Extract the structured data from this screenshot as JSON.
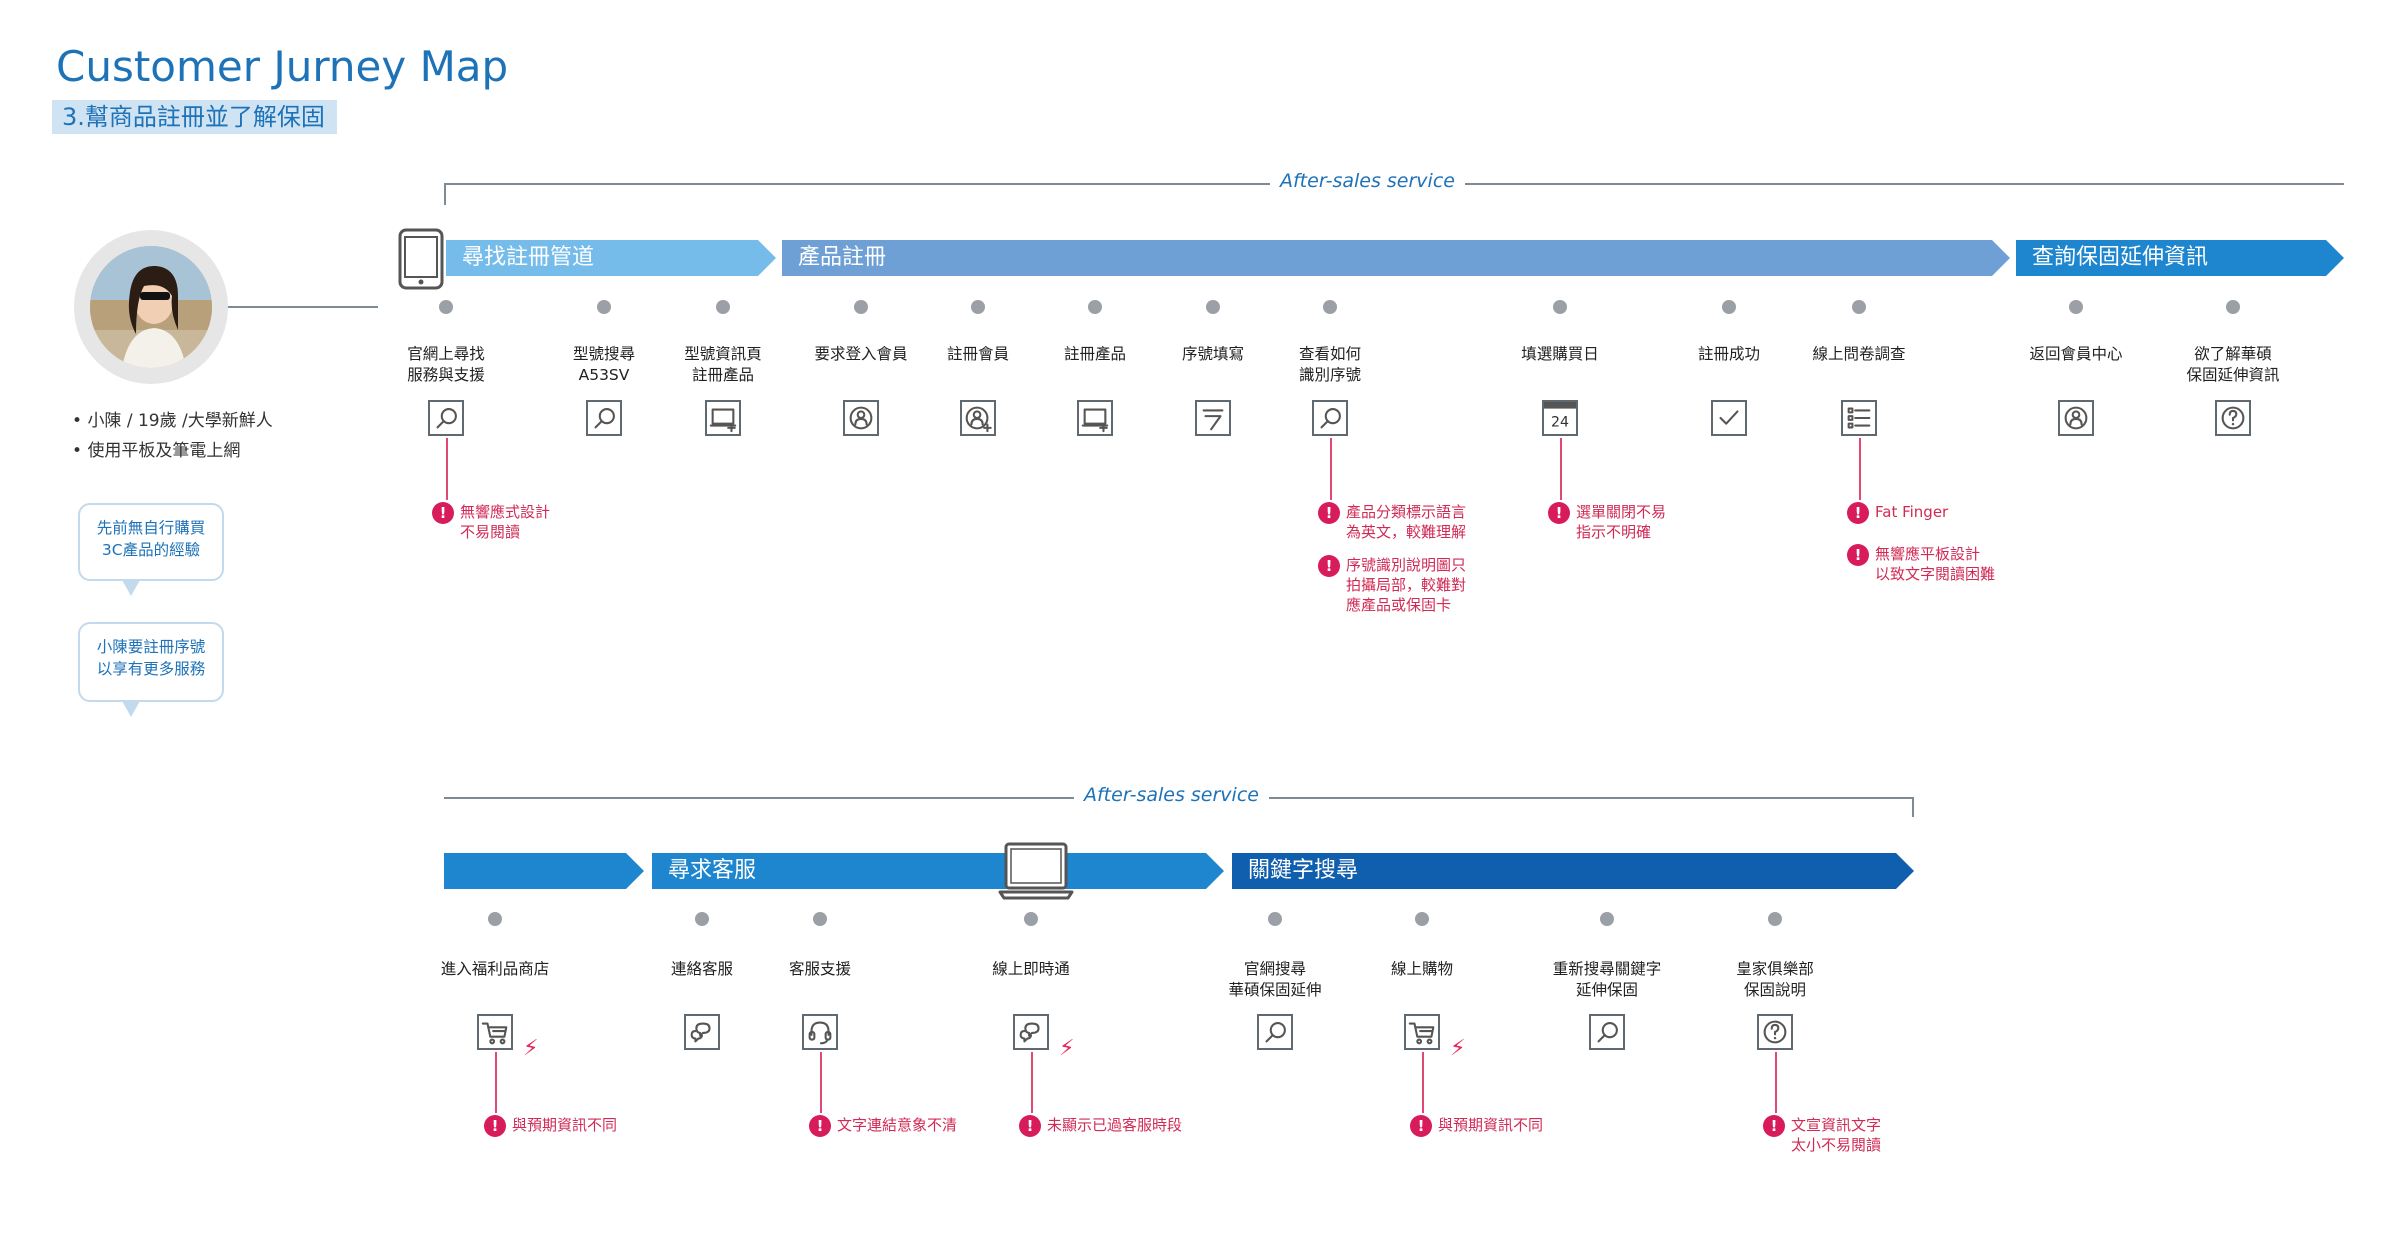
{
  "title": "Customer Jurney Map",
  "subtitle": "3.幫商品註冊並了解保固",
  "colors": {
    "accent": "#1d72b8",
    "pain": "#d81b5a",
    "band_light": "#76bceb",
    "band_mid": "#6ea0d6",
    "band_blue": "#1d86cf",
    "band_dark": "#105fae"
  },
  "persona": {
    "details": [
      "小陳 / 19歲 /大學新鮮人",
      "使用平板及筆電上網"
    ],
    "bubbles": [
      "先前無自行購買\n3C產品的經驗",
      "小陳要註冊序號\n以享有更多服務"
    ]
  },
  "journey1": {
    "section_label": "After-sales service",
    "device_icon": "tablet-icon",
    "phases": [
      "尋找註冊管道",
      "產品註冊",
      "查詢保固延伸資訊"
    ],
    "steps": [
      {
        "label": "官網上尋找\n服務與支援",
        "icon": "search-icon"
      },
      {
        "label": "型號搜尋\nA53SV",
        "icon": "search-icon"
      },
      {
        "label": "型號資訊頁\n註冊產品",
        "icon": "monitor-add-icon"
      },
      {
        "label": "要求登入會員",
        "icon": "user-icon"
      },
      {
        "label": "註冊會員",
        "icon": "user-add-icon"
      },
      {
        "label": "註冊產品",
        "icon": "monitor-add-icon"
      },
      {
        "label": "序號填寫",
        "icon": "serial-icon"
      },
      {
        "label": "查看如何\n識別序號",
        "icon": "search-icon"
      },
      {
        "label": "填選購買日",
        "icon": "calendar-icon",
        "icon_text": "24"
      },
      {
        "label": "註冊成功",
        "icon": "check-icon"
      },
      {
        "label": "線上問卷調查",
        "icon": "checklist-icon"
      },
      {
        "label": "返回會員中心",
        "icon": "user-icon"
      },
      {
        "label": "欲了解華碩\n保固延伸資訊",
        "icon": "question-icon"
      }
    ],
    "pain_points": [
      {
        "text": "無響應式設計\n不易閱讀"
      },
      {
        "text": "產品分類標示語言\n為英文，較難理解"
      },
      {
        "text": "序號識別說明圖只\n拍攝局部，較難對\n應產品或保固卡"
      },
      {
        "text": "選單關閉不易\n指示不明確"
      },
      {
        "text": "Fat Finger"
      },
      {
        "text": "無響應平板設計\n以致文字閱讀困難"
      }
    ]
  },
  "journey2": {
    "section_label": "After-sales service",
    "device_icon": "laptop-icon",
    "phases": [
      "",
      "尋求客服",
      "關鍵字搜尋"
    ],
    "steps": [
      {
        "label": "進入福利品商店",
        "icon": "cart-icon"
      },
      {
        "label": "連絡客服",
        "icon": "chat-icon"
      },
      {
        "label": "客服支援",
        "icon": "headset-icon"
      },
      {
        "label": "線上即時通",
        "icon": "chat-icon"
      },
      {
        "label": "官網搜尋\n華碩保固延伸",
        "icon": "search-icon"
      },
      {
        "label": "線上購物",
        "icon": "cart-icon"
      },
      {
        "label": "重新搜尋關鍵字\n延伸保固",
        "icon": "search-icon"
      },
      {
        "label": "皇家俱樂部\n保固說明",
        "icon": "question-icon"
      }
    ],
    "pain_points": [
      {
        "text": "與預期資訊不同"
      },
      {
        "text": "文字連結意象不清"
      },
      {
        "text": "未顯示已過客服時段"
      },
      {
        "text": "與預期資訊不同"
      },
      {
        "text": "文宣資訊文字\n太小不易閱讀"
      }
    ]
  }
}
